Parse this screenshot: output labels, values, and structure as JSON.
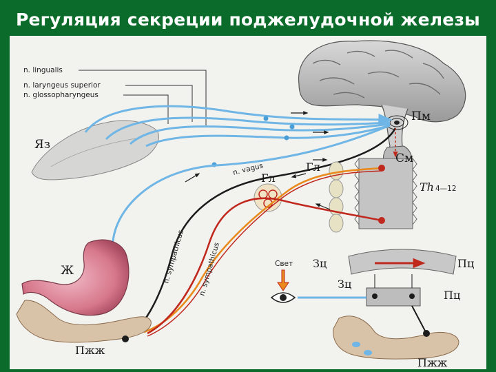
{
  "title": "Регуляция секреции поджелудочной железы",
  "nerves": {
    "lingualis": "n. lingualis",
    "laryngeus": "n. laryngeus superior",
    "glosso": "n. glossopharyngeus",
    "vagus": "n. vagus",
    "symp1": "n. sympathicus",
    "symp2": "n. sympathicus"
  },
  "labels": {
    "yaz": "Яз",
    "pm": "Пм",
    "sm": "См",
    "th": "Th",
    "th_range": "4—12",
    "gl_top": "Гл",
    "gl": "Гл",
    "zh": "Ж",
    "pzhzh_left": "Пжж",
    "svet": "Свет",
    "zc1": "Зц",
    "pc1": "Пц",
    "zc2": "Зц",
    "pc2": "Пц",
    "pzhzh_right": "Пжж"
  },
  "colors": {
    "background": "#0a6b2a",
    "panel": "#f2f2ee",
    "afferent": "#6fb6e6",
    "efferent": "#1c1c1c",
    "sympathetic_orange": "#e98a1c",
    "sympathetic_red": "#c0281e"
  }
}
